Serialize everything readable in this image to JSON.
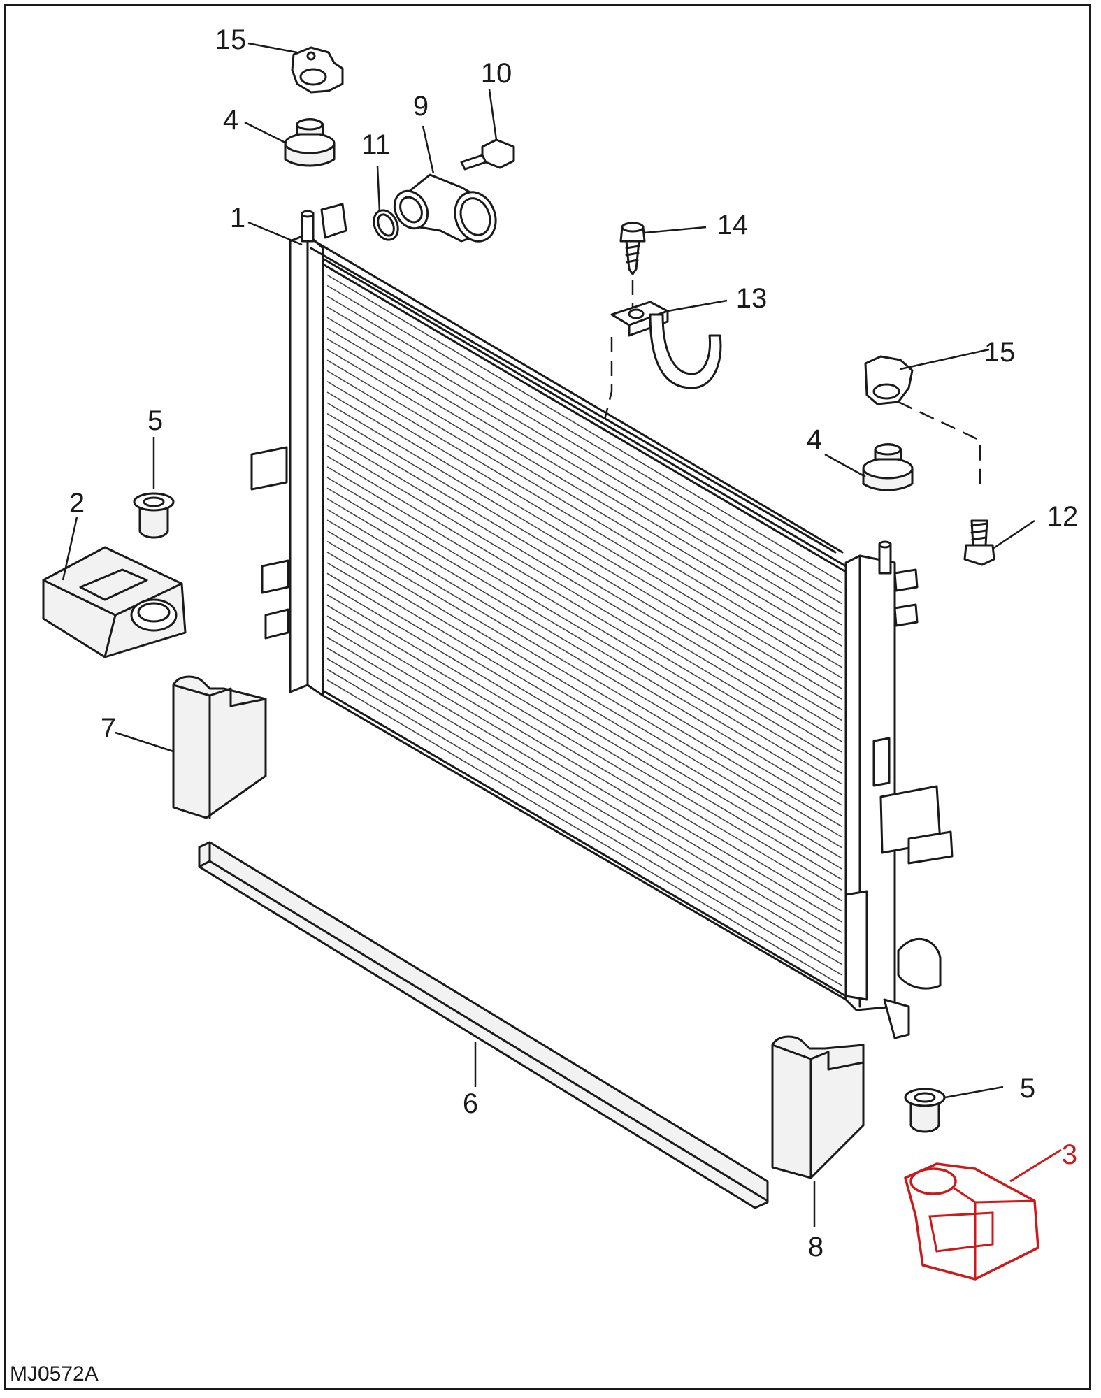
{
  "diagram": {
    "code": "MJ0572A",
    "highlight_color": "#cc1a1a",
    "line_color": "#1a1a1a",
    "highlighted_part": "3",
    "callouts": [
      "15",
      "4",
      "11",
      "9",
      "10",
      "1",
      "14",
      "13",
      "15",
      "5",
      "4",
      "2",
      "12",
      "7",
      "6",
      "5",
      "3",
      "8"
    ]
  }
}
